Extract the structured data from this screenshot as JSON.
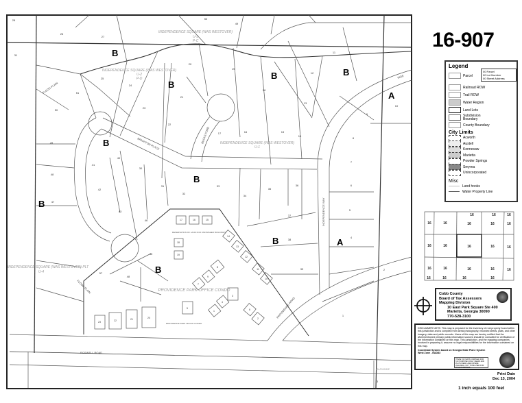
{
  "map_sheet": "16-907",
  "zone_labels": [
    "B",
    "B",
    "B",
    "B",
    "B",
    "B",
    "B",
    "B",
    "B",
    "A",
    "A"
  ],
  "subdivisions": [
    {
      "name": "INDEPENDENCE SQUARE (WAS WESTOVER)",
      "unit": "U-3",
      "phase": "P-C"
    },
    {
      "name": "INDEPENDENCE SQUARE (WAS WESTOVER)",
      "unit": "U-2",
      "phase": "P-D"
    },
    {
      "name": "INDEPENDENCE SQUARE (WAS WESTOVER)",
      "unit": "U-1"
    },
    {
      "name": "INDEPENDENCE SQUARE (WAS WESTOVER) PLT",
      "unit": "U-4"
    }
  ],
  "condo_labels": {
    "main": "PROVIDENCE PARK OFFICE CONDO",
    "small": "PROVIDENCE PARK OFFICE CONDO",
    "reservation": "RESERVATION OF LAND FOR UNFINISHED BUILDINGS"
  },
  "roads": {
    "brighton": "BRIGHTON PLACE",
    "bucks": "BUCKS FORD",
    "independence_way": "INDEPENDENCE WAY",
    "providence": "PROVIDENCE ROAD",
    "roswell": "ROSWELL ROAD",
    "glenside": "GLENSIDE",
    "flood1": "FLOOD PLAIN",
    "flood2": "FLOOD PLAIN",
    "inde": "INDE"
  },
  "parcels": [
    "28",
    "26",
    "27",
    "31",
    "50",
    "49",
    "25",
    "24",
    "21",
    "51",
    "50",
    "23",
    "22",
    "20",
    "19",
    "18",
    "17",
    "16",
    "15",
    "14",
    "13",
    "12",
    "11",
    "10",
    "9",
    "8",
    "7",
    "6",
    "5",
    "4",
    "41",
    "40",
    "49",
    "48",
    "47",
    "36",
    "35",
    "34",
    "33",
    "32",
    "31",
    "30",
    "43",
    "42",
    "46",
    "45",
    "57",
    "48",
    "37",
    "38",
    "39",
    "1",
    "2",
    "3"
  ],
  "condo_units": [
    "17",
    "16",
    "15",
    "14",
    "13",
    "12",
    "18",
    "19",
    "8",
    "9",
    "11",
    "10",
    "7",
    "3",
    "4",
    "5",
    "6",
    "2",
    "1",
    "23",
    "22",
    "21",
    "20"
  ],
  "index_grid": [
    "16",
    "16",
    "16",
    "16",
    "16",
    "16",
    "16",
    "16",
    "16",
    "16",
    "16",
    "16",
    "16",
    "16",
    "16",
    "16",
    "16",
    "16",
    "16",
    "16",
    "16",
    "16"
  ],
  "legend": {
    "title": "Legend",
    "parcel": "Parcel",
    "key": [
      "00  Parcel",
      "00  Lot Number",
      "00  Street Address"
    ],
    "items": [
      "Railroad ROW",
      "Trail ROW",
      "Water Region",
      "Land Lots",
      "Subdivision Boundary",
      "County Boundary"
    ],
    "city_title": "City Limits",
    "cities": [
      "Acworth",
      "Austell",
      "Kennesaw",
      "Marietta",
      "Powder Springs",
      "Smyrna",
      "Unincorporated"
    ],
    "misc_title": "Misc",
    "misc": [
      "Land hooks",
      "Water Property Line"
    ]
  },
  "agency": {
    "line1": "Cobb County",
    "line2": "Board of Tax Assessors",
    "line3": "Mapping Division",
    "address": "10 East Park Square Ste 400",
    "city": "Marietta, Georgia 30090",
    "phone": "770-528-3100"
  },
  "disclaimer": {
    "text": "DISCLAIMER NOTE: This map is prepared for the inventory of real property found within this jurisdiction and is compiled from aerial photography, recorded deeds, plats, and other imagery, data and public records. Users of this map are hereby notified that the aforementioned primary public information sources should be consulted for verification of the information contained on this map. This jurisdiction, and the mapping companies involved in preparing it, assume no legal responsibilities for the information contained on this map.",
    "coord1": "Coordinate System based on Georgia State Plane System",
    "coord2": "West Zone - NAD83",
    "note": "THESE TAX MAPS COMPILED FOR TAX PURPOSES ONLY. DEEDS AND PLATS WERE USED WHERE AVAILABLE. NOT TO BE USED FOR TITLE PURPOSES."
  },
  "print_label": "Print Date",
  "print_date": "Dec 13, 2004",
  "scale": "1 inch equals 100 feet"
}
